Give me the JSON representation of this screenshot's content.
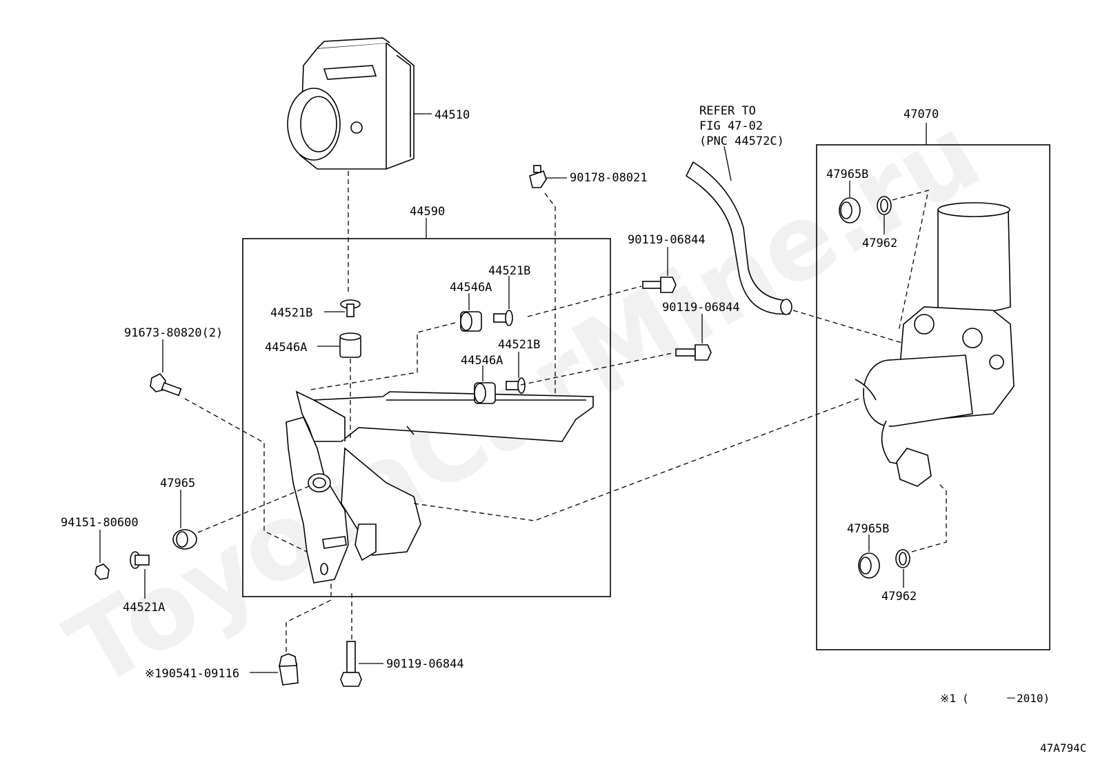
{
  "watermark": "ToyotaCarMine.ru",
  "diagram_code": "47A794C",
  "footnote": {
    "marker": "※1",
    "paren_open": "(",
    "range": "－2010)"
  },
  "labels": {
    "p44510": "44510",
    "p44590": "44590",
    "p90178": "90178-08021",
    "refer1": "REFER TO",
    "refer2": "FIG 47-02",
    "refer3": "(PNC 44572C)",
    "p47070": "47070",
    "p47965B_top": "47965B",
    "p47962_top": "47962",
    "p90119_a": "90119-06844",
    "p90119_b": "90119-06844",
    "p44521B_a": "44521B",
    "p44546A_a": "44546A",
    "p44521B_b": "44521B",
    "p44546A_b": "44546A",
    "p44521B_c": "44521B",
    "p44546A_c": "44546A",
    "p91673": "91673-80820(2)",
    "p47965": "47965",
    "p94151": "94151-80600",
    "p44521A": "44521A",
    "p90541": "※190541-09116",
    "p90119_c": "90119-06844",
    "p47965B_bot": "47965B",
    "p47962_bot": "47962"
  }
}
